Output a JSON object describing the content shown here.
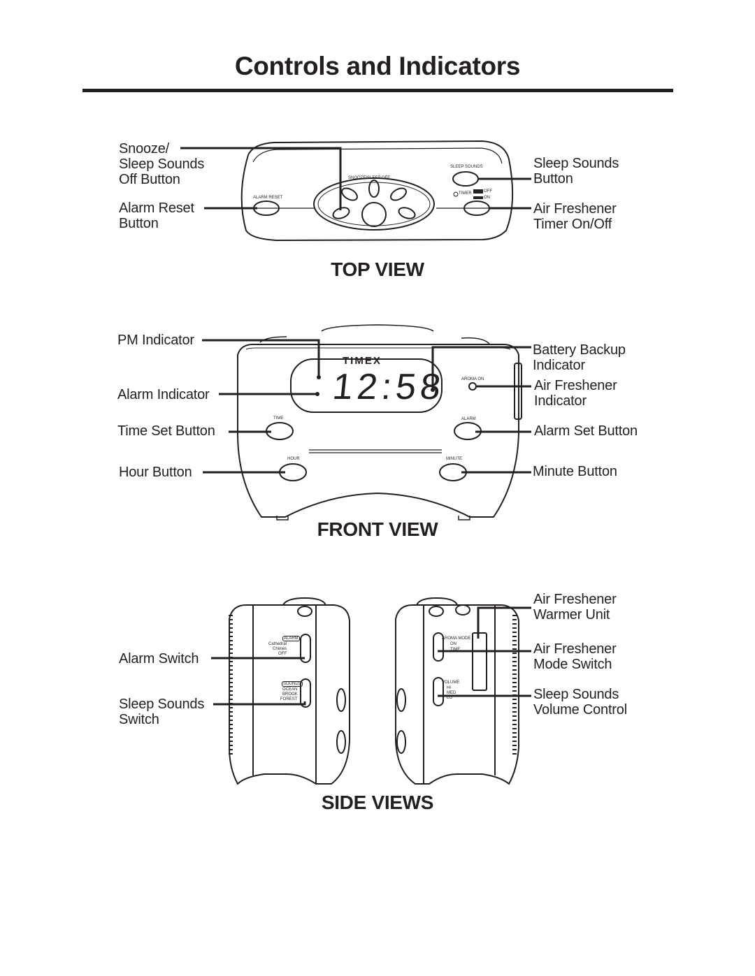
{
  "page": {
    "title": "Controls and Indicators"
  },
  "top_view": {
    "heading": "TOP VIEW",
    "labels": {
      "snooze": "Snooze/\nSleep Sounds\nOff Button",
      "alarm_reset": "Alarm Reset\nButton",
      "sleep_sounds": "Sleep Sounds\nButton",
      "air_freshener_timer": "Air Freshener\nTimer On/Off"
    },
    "device_text": {
      "snooze_sleep_off": "SNOOZE/SLEEP OFF",
      "sleep_sounds": "SLEEP SOUNDS",
      "alarm_reset": "ALARM RESET",
      "timer": "TIMER",
      "off": "OFF",
      "on": "ON"
    }
  },
  "front_view": {
    "heading": "FRONT VIEW",
    "labels": {
      "pm_indicator": "PM Indicator",
      "alarm_indicator": "Alarm Indicator",
      "time_set": "Time Set Button",
      "hour": "Hour Button",
      "battery_backup": "Battery Backup\nIndicator",
      "air_freshener_indicator": "Air Freshener\nIndicator",
      "alarm_set": "Alarm Set Button",
      "minute": "Minute Button"
    },
    "device_text": {
      "brand": "TIMEX",
      "time": "12:58",
      "aroma_on": "AROMA ON",
      "time_btn": "TIME",
      "alarm_btn": "ALARM",
      "hour_btn": "HOUR",
      "minute_btn": "MINUTE"
    }
  },
  "side_views": {
    "heading": "SIDE VIEWS",
    "labels": {
      "alarm_switch": "Alarm Switch",
      "sleep_sounds_switch": "Sleep Sounds\nSwitch",
      "warmer_unit": "Air Freshener\nWarmer Unit",
      "mode_switch": "Air Freshener\nMode Switch",
      "volume_control": "Sleep Sounds\nVolume Control"
    },
    "device_text": {
      "alarm": "ALARM",
      "cathedral": "Cathedral",
      "chimes": "Chimes",
      "off": "OFF",
      "sounds": "SOUNDS",
      "ocean": "OCEAN",
      "brook": "BROOK",
      "forest": "FOREST",
      "aroma_mode": "AROMA MODE",
      "on": "ON",
      "time": "TIME",
      "volume": "VOLUME",
      "hi": "HI",
      "med": "MED",
      "lo": "LO"
    }
  }
}
